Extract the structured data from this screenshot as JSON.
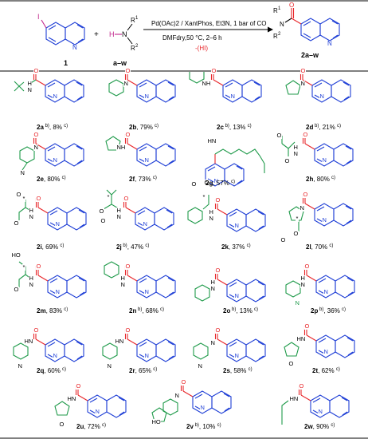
{
  "scheme": {
    "reactant1_label": "1",
    "reactant1_atom": "I",
    "reactant1_ring_n": "N",
    "plus_sign": "+",
    "amine_h": "H",
    "amine_n": "N",
    "amine_r1": "R",
    "amine_r1_sup": "1",
    "amine_r2": "R",
    "amine_r2_sup": "2",
    "reactant2_label": "a–w",
    "conditions_line1": "Pd(OAc)2 / XantPhos, Et3N, 1 bar of CO",
    "conditions_line2": "DMFdry,50 °C, 2–6 h",
    "byproduct": "-(HI)",
    "product_label": "2a–w",
    "product_r1": "R",
    "product_r1_sup": "1",
    "product_r2": "R",
    "product_r2_sup": "2",
    "product_o": "O",
    "product_n": "N",
    "product_ring_n": "N"
  },
  "products": [
    {
      "id": "2a",
      "note": "b)",
      "yield": "8%",
      "note2": "c)"
    },
    {
      "id": "2b",
      "note": "",
      "yield": "79%",
      "note2": "c)"
    },
    {
      "id": "2c",
      "note": "b)",
      "yield": "13%",
      "note2": "c)"
    },
    {
      "id": "2d",
      "note": "b)",
      "yield": "21%",
      "note2": "c)"
    },
    {
      "id": "2e",
      "note": "",
      "yield": "80%",
      "note2": "c)"
    },
    {
      "id": "2f",
      "note": "",
      "yield": "73%",
      "note2": "c)"
    },
    {
      "id": "2g",
      "note": "",
      "yield": "57%",
      "note2": "c)"
    },
    {
      "id": "2h",
      "note": "",
      "yield": "80%",
      "note2": "c)"
    },
    {
      "id": "2i",
      "note": "",
      "yield": "69%",
      "note2": "c)"
    },
    {
      "id": "2j",
      "note": "b)",
      "yield": "47%",
      "note2": "c)"
    },
    {
      "id": "2k",
      "note": "",
      "yield": "37%",
      "note2": "c)"
    },
    {
      "id": "2l",
      "note": "",
      "yield": "70%",
      "note2": "c)"
    },
    {
      "id": "2m",
      "note": "",
      "yield": "83%",
      "note2": "c)"
    },
    {
      "id": "2n",
      "note": "b)",
      "yield": "68%",
      "note2": "c)"
    },
    {
      "id": "2o",
      "note": "b)",
      "yield": "13%",
      "note2": "c)"
    },
    {
      "id": "2p",
      "note": "b)",
      "yield": "36%",
      "note2": "c)"
    },
    {
      "id": "2q",
      "note": "",
      "yield": "60%",
      "note2": "c)"
    },
    {
      "id": "2r",
      "note": "",
      "yield": "65%",
      "note2": "c)"
    },
    {
      "id": "2s",
      "note": "",
      "yield": "58%",
      "note2": "c)"
    },
    {
      "id": "2t",
      "note": "",
      "yield": "62%",
      "note2": "c)"
    },
    {
      "id": "2u",
      "note": "",
      "yield": "72%",
      "note2": "c)"
    },
    {
      "id": "2v",
      "note": "b)",
      "yield": "10%",
      "note2": "c)"
    },
    {
      "id": "2w",
      "note": "",
      "yield": "90%",
      "note2": "c)"
    }
  ],
  "atoms": {
    "o": "O",
    "n": "N",
    "h": "H",
    "nh": "NH",
    "hn": "HN",
    "ho": "HO",
    "star": "*"
  },
  "colors": {
    "rule": "#000000",
    "carbonyl_red": "#e8262a",
    "amine_green": "#1f9a4a",
    "iodide_magenta": "#c2258b",
    "quinoline_blue": "#1f3fd6",
    "co_red": "#e8262a",
    "hi_red": "#e8262a"
  }
}
